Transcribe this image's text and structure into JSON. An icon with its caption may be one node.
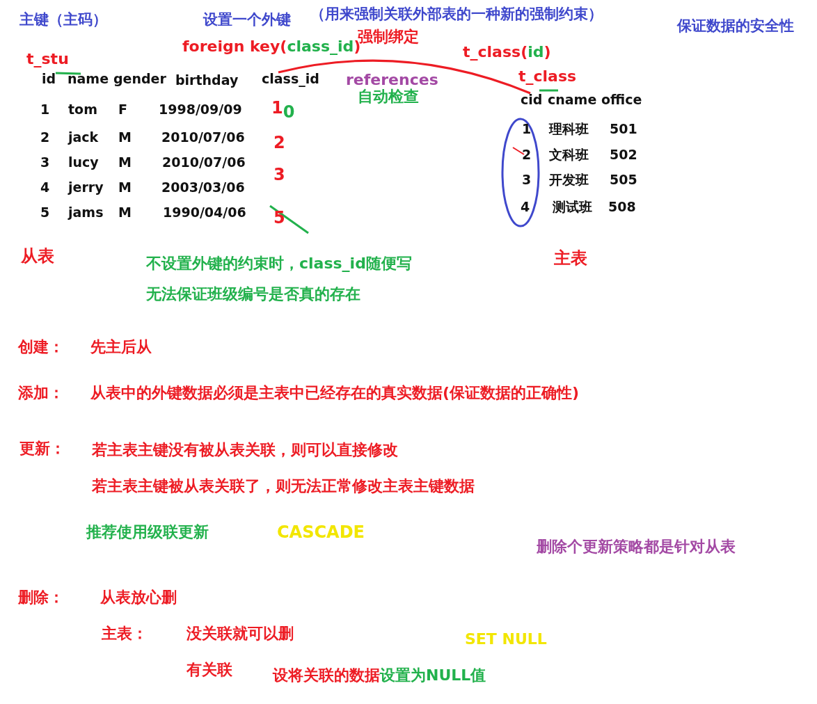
{
  "diagram": {
    "nodes": [
      {
        "text": [
          "class_id"
        ]
      },
      {
        "text": [
          "cid"
        ]
      }
    ],
    "edges": [
      {
        "from": 0,
        "to": 1,
        "arrow": "none"
      }
    ],
    "labels": [
      "主键（主码）",
      "设置一个外键",
      "（用来强制关联外部表的一种新的强制约束）",
      "保证数据的安全性",
      "强制绑定",
      "foreign key(",
      "class_id",
      ")",
      "t_class(",
      "id",
      ")",
      "t_stu",
      "id",
      "name",
      "gender",
      "birthday",
      "references",
      "t_class",
      "自动检查",
      "cname",
      "office",
      "1",
      "tom",
      "F",
      "1998/09/09",
      "1",
      "0",
      "1",
      "理科班",
      "501",
      "2",
      "jack",
      "M",
      "2010/07/06",
      "2",
      "2",
      "文科班",
      "502",
      "3",
      "lucy",
      "M",
      "2010/07/06",
      "3",
      "3",
      "开发班",
      "505",
      "4",
      "jerry",
      "M",
      "2003/03/06",
      "4",
      "测试班",
      "508",
      "5",
      "jams",
      "M",
      "1990/04/06",
      "5",
      "从表",
      "不设置外键的约束时，class_id随便写",
      "主表",
      "无法保证班级编号是否真的存在",
      "创建：",
      "先主后从",
      "添加：",
      "从表中的外键数据必须是主表中已经存在的真实数据(保证数据的正确性)",
      "更新：",
      "若主表主键没有被从表关联，则可以直接修改",
      "若主表主键被从表关联了，则无法正常修改主表主键数据",
      "推荐使用级联更新",
      "CASCADE",
      "删除个更新策略都是针对从表",
      "删除：",
      "从表放心删",
      "主表：",
      "没关联就可以删",
      "SET NULL",
      "有关联",
      "设将关联的数据",
      "设置为NULL值"
    ]
  }
}
